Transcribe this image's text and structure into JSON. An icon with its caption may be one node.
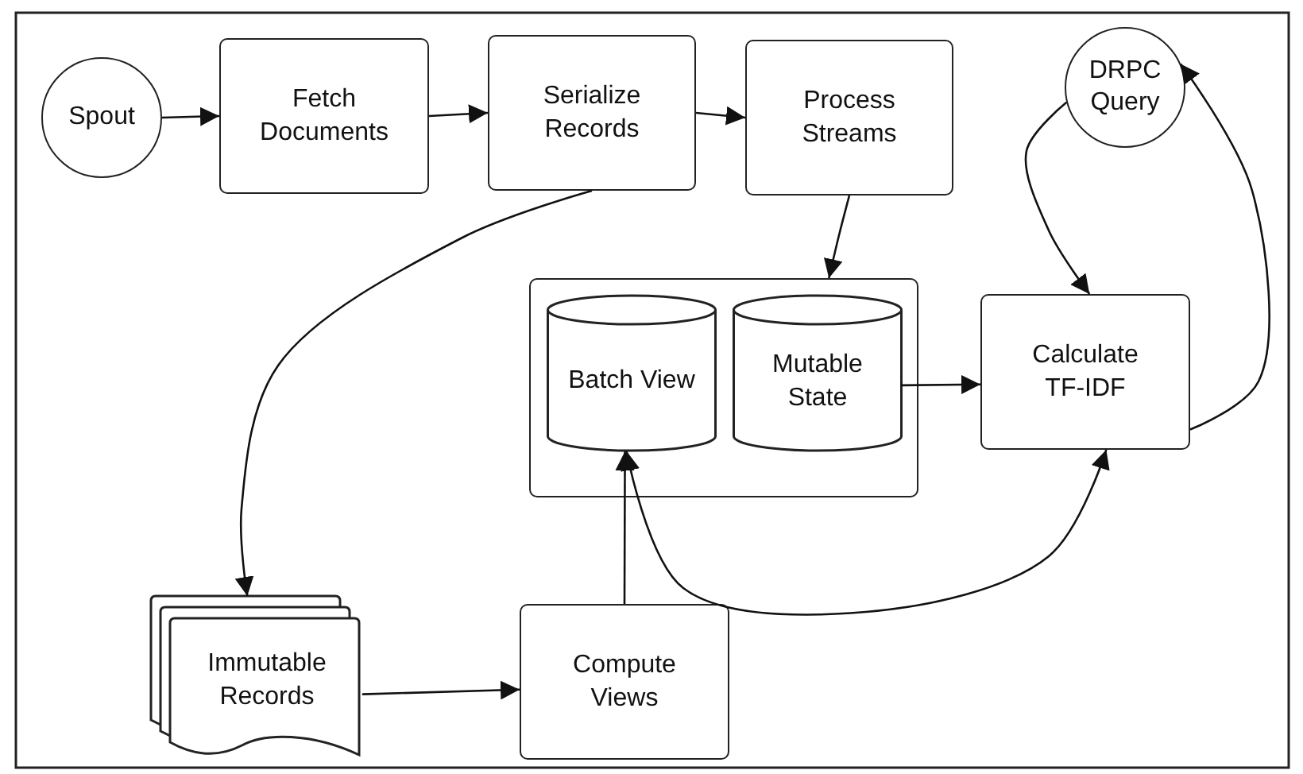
{
  "diagram": {
    "nodes": [
      {
        "text": [
          "Spout"
        ]
      },
      {
        "text": [
          "Fetch Documents"
        ]
      },
      {
        "text": [
          "Serialize Records"
        ]
      },
      {
        "text": [
          "Process Streams"
        ]
      },
      {
        "text": [
          "DRPC Query"
        ]
      },
      {
        "text": [],
        "shape": "box"
      },
      {
        "text": [
          "Batch View"
        ],
        "in": 5
      },
      {
        "text": [
          "Mutable State"
        ],
        "in": 5
      },
      {
        "text": [
          "Calculate TF-IDF"
        ]
      },
      {
        "text": [
          "Immutable Records"
        ]
      },
      {
        "text": [
          "Compute Views"
        ]
      }
    ],
    "edges": [
      {
        "from": 0,
        "to": 1,
        "arrow": "to"
      },
      {
        "from": 1,
        "to": 2,
        "arrow": "to"
      },
      {
        "from": 2,
        "to": 3,
        "arrow": "to"
      },
      {
        "from": 3,
        "to": 5,
        "arrow": "to"
      },
      {
        "from": 2,
        "to": 9,
        "arrow": "to"
      },
      {
        "from": 7,
        "to": 8,
        "arrow": "to"
      },
      {
        "from": 4,
        "to": 8,
        "arrow": "to"
      },
      {
        "from": 8,
        "to": 4,
        "arrow": "to"
      },
      {
        "from": 9,
        "to": 10,
        "arrow": "to"
      },
      {
        "from": 10,
        "to": 6,
        "arrow": "to"
      },
      {
        "from": 6,
        "to": 8,
        "arrow": "both"
      }
    ]
  }
}
